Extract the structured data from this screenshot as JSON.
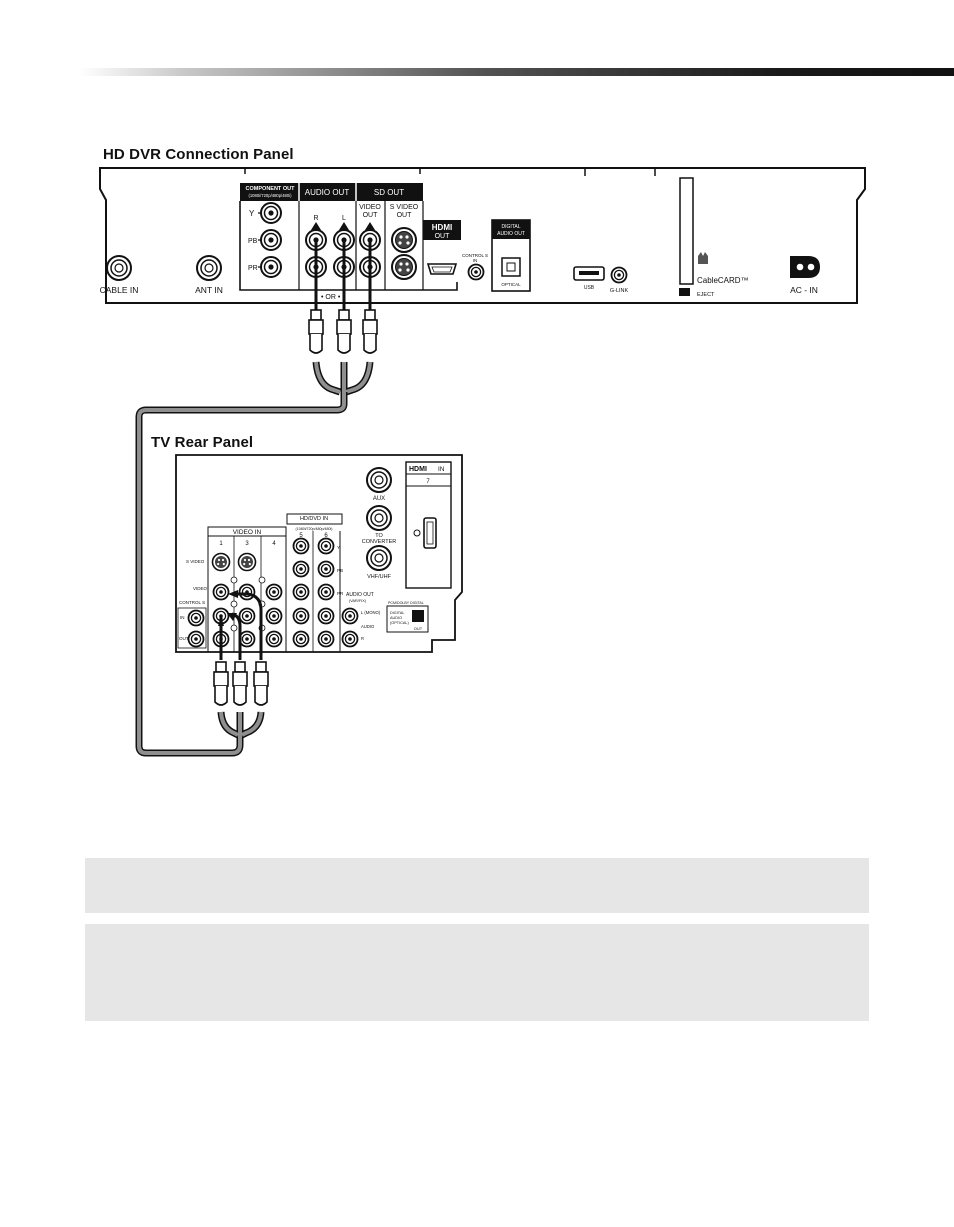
{
  "header": {
    "dvr_panel_title": "HD DVR Connection Panel",
    "tv_panel_title": "TV Rear Panel"
  },
  "dvr": {
    "cable_in": "CABLE IN",
    "ant_in": "ANT IN",
    "component_out": "COMPONENT OUT",
    "component_res": "(1080i/720p/480p/480i)",
    "y": "Y",
    "pb": "PB",
    "pr": "PR",
    "audio_out": "AUDIO OUT",
    "audio_r": "R",
    "audio_l": "L",
    "sd_out": "SD OUT",
    "video_out_1": "VIDEO",
    "video_out_2": "OUT",
    "svideo_out_1": "S VIDEO",
    "svideo_out_2": "OUT",
    "hdmi_logo": "HDMI",
    "hdmi_out": "OUT",
    "or_label": "• OR •",
    "control_s_1": "CONTROL S",
    "control_s_2": "IN",
    "digital_audio_1": "DIGITAL",
    "digital_audio_2": "AUDIO OUT",
    "optical": "OPTICAL",
    "usb": "USB",
    "glink": "G-LINK",
    "cablecard": "CableCARD™",
    "eject": "EJECT",
    "ac_in": "AC - IN"
  },
  "tv": {
    "aux": "AUX",
    "to_converter_1": "TO",
    "to_converter_2": "CONVERTER",
    "vhf_uhf": "VHF/UHF",
    "hdmi_in_logo": "HDMI",
    "hdmi_in": "IN",
    "hdmi_port_num": "7",
    "video_in": "VIDEO IN",
    "video_in_nums": [
      "1",
      "3",
      "4"
    ],
    "hddvd_in": "HD/DVD IN",
    "hddvd_res": "(1080i/720p/480p/480i)",
    "hddvd_nums": [
      "5",
      "6"
    ],
    "s_video": "S VIDEO",
    "video": "VIDEO",
    "control_s": "CONTROL S",
    "in": "IN",
    "out": "OUT",
    "y": "Y",
    "pb": "PB",
    "pr": "PR",
    "audio_out": "AUDIO OUT",
    "audio_out_sub": "(VAR/FIX)",
    "l_mono": "L (MONO)",
    "audio": "AUDIO",
    "r": "R",
    "pcm_dolby": "PCM/DOLBY DIGITAL",
    "digital_audio_optical_1": "DIGITAL",
    "digital_audio_optical_2": "AUDIO",
    "digital_audio_optical_3": "(OPTICAL)",
    "digital_out": "OUT"
  }
}
